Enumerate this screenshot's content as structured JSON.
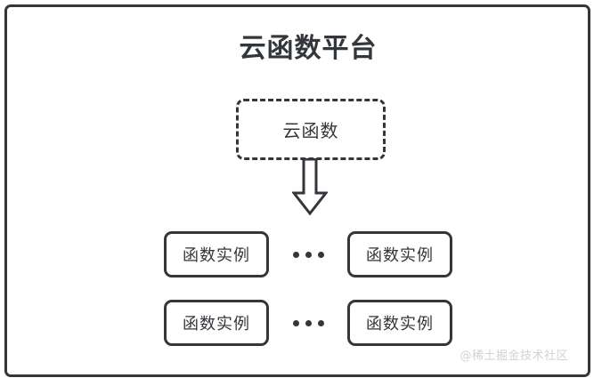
{
  "diagram": {
    "platform": {
      "title": "云函数平台"
    },
    "cloud_function": {
      "label": "云函数",
      "border_style": "dashed"
    },
    "arrow": {
      "icon": "down-block-arrow",
      "direction": "down"
    },
    "instance_rows": [
      {
        "left": {
          "label": "函数实例"
        },
        "separator": "•••",
        "right": {
          "label": "函数实例"
        }
      },
      {
        "left": {
          "label": "函数实例"
        },
        "separator": "•••",
        "right": {
          "label": "函数实例"
        }
      }
    ],
    "watermark": "@稀土掘金技术社区",
    "colors": {
      "stroke": "#33363a",
      "text": "#33363a",
      "background": "#ffffff",
      "watermark": "#cfd2d6"
    }
  }
}
